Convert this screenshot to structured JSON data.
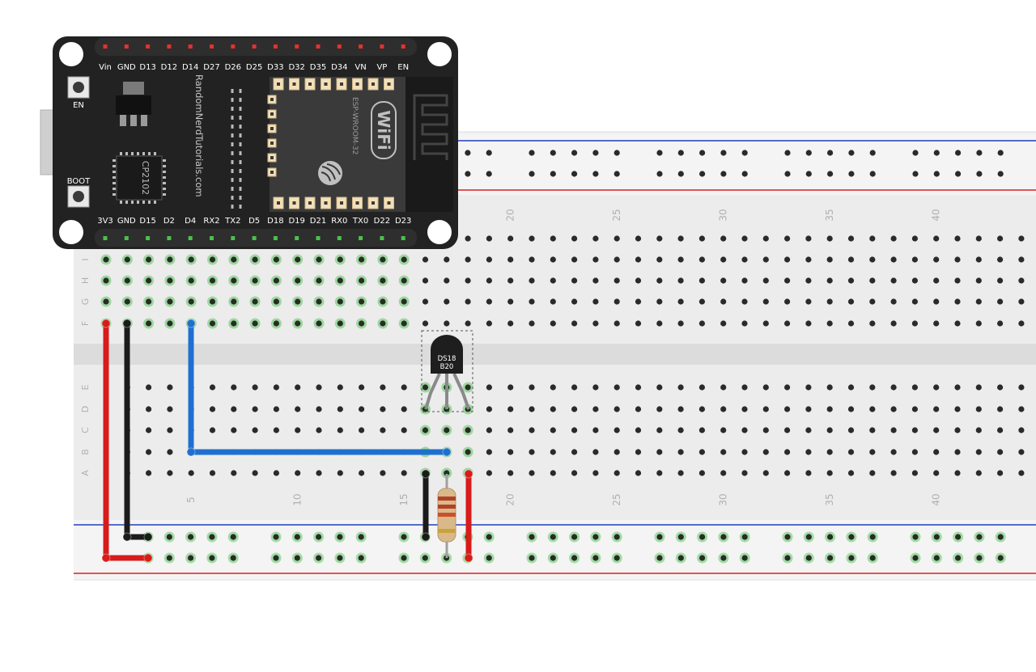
{
  "breadboard": {
    "column_numbers": [
      "5",
      "10",
      "15",
      "20",
      "25",
      "30",
      "35",
      "40"
    ],
    "rows_top": [
      "I",
      "H",
      "G",
      "F"
    ],
    "rows_bottom": [
      "E",
      "D",
      "C",
      "B",
      "A"
    ],
    "colors": {
      "body": "#ececec",
      "blue_rail": "#1f3fbf",
      "red_rail": "#d62020",
      "hole": "#2a2a2a",
      "connected": "#3fbf3f"
    }
  },
  "board": {
    "top_pins": [
      "Vin",
      "GND",
      "D13",
      "D12",
      "D14",
      "D27",
      "D26",
      "D25",
      "D33",
      "D32",
      "D35",
      "D34",
      "VN",
      "VP",
      "EN"
    ],
    "bottom_pins": [
      "3V3",
      "GND",
      "D15",
      "D2",
      "D4",
      "RX2",
      "TX2",
      "D5",
      "D18",
      "D19",
      "D21",
      "RX0",
      "TX0",
      "D22",
      "D23"
    ],
    "vertical_text": "RandomNerdTutorials.com",
    "chip_label": "CP2102",
    "module_label": "ESP-WROOM-32",
    "wifi_label": "WiFi",
    "en_label": "EN",
    "boot_label": "BOOT",
    "colors": {
      "pcb": "#222222",
      "top_pin": "#e53030",
      "bottom_pin": "#49c24a"
    }
  },
  "sensor": {
    "label_line1": "DS18",
    "label_line2": "B20"
  },
  "wires": {
    "colors": {
      "red": "#d81b1b",
      "black": "#1b1b1b",
      "blue": "#1f6fd0"
    }
  },
  "resistor": {
    "colors": {
      "body": "#d9b98a",
      "band": "#b2402a"
    }
  }
}
